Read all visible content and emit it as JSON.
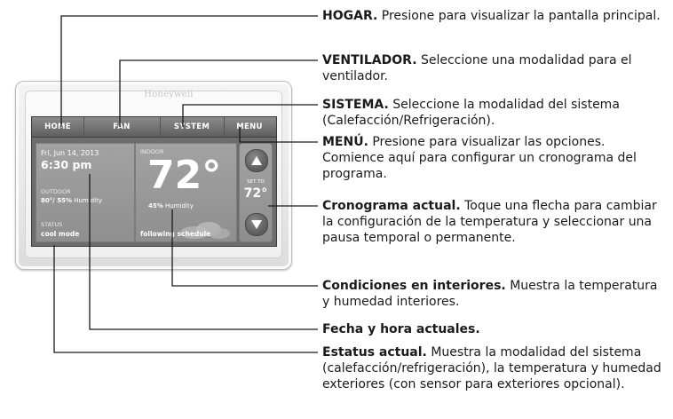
{
  "device": {
    "brand": "Honeywell",
    "menu": {
      "home": "HOME",
      "fan": "FAN",
      "system": "SYSTEM",
      "menu": "MENU"
    },
    "date": "Fri, Jun 14, 2013",
    "time": "6:30 pm",
    "outdoor_label": "OUTDOOR",
    "outdoor_temp_hum": "80°/ 55%",
    "outdoor_humidity_word": "Humidity",
    "status_label": "STATUS",
    "status_value": "cool mode",
    "indoor_label": "INDOOR",
    "indoor_temp": "72°",
    "indoor_humidity_pct": "45%",
    "indoor_humidity_word": "Humidity",
    "schedule": "following schedule",
    "set_to_label": "SET TO",
    "set_to_value": "72°"
  },
  "callouts": [
    {
      "heading": "HOGAR.",
      "text": "Presione para visualizar la pantalla principal."
    },
    {
      "heading": "VENTILADOR.",
      "text": "Seleccione una modalidad para el ventilador."
    },
    {
      "heading": "SISTEMA.",
      "text": "Seleccione la modalidad del sistema (Calefacción/Refrigeración)."
    },
    {
      "heading": "MENÚ.",
      "text": "Presione para visualizar las opciones. Comience aquí para configurar un cronograma del programa."
    },
    {
      "heading": "Cronograma actual.",
      "text": "Toque una flecha para cambiar la configuración de la temperatura y seleccionar una pausa temporal o permanente."
    },
    {
      "heading": "Condiciones en interiores.",
      "text": "Muestra la temperatura y humedad interiores."
    },
    {
      "heading": "Fecha y hora actuales.",
      "text": ""
    },
    {
      "heading": "Estatus actual.",
      "text": "Muestra la modalidad del sistema (calefacción/refrigeración), la temperatura y humedad exteriores (con sensor para exteriores opcional)."
    }
  ],
  "colors": {
    "screen": "#6d6d6d",
    "panel": "#999999",
    "leader_line": "#1a1a1a"
  }
}
